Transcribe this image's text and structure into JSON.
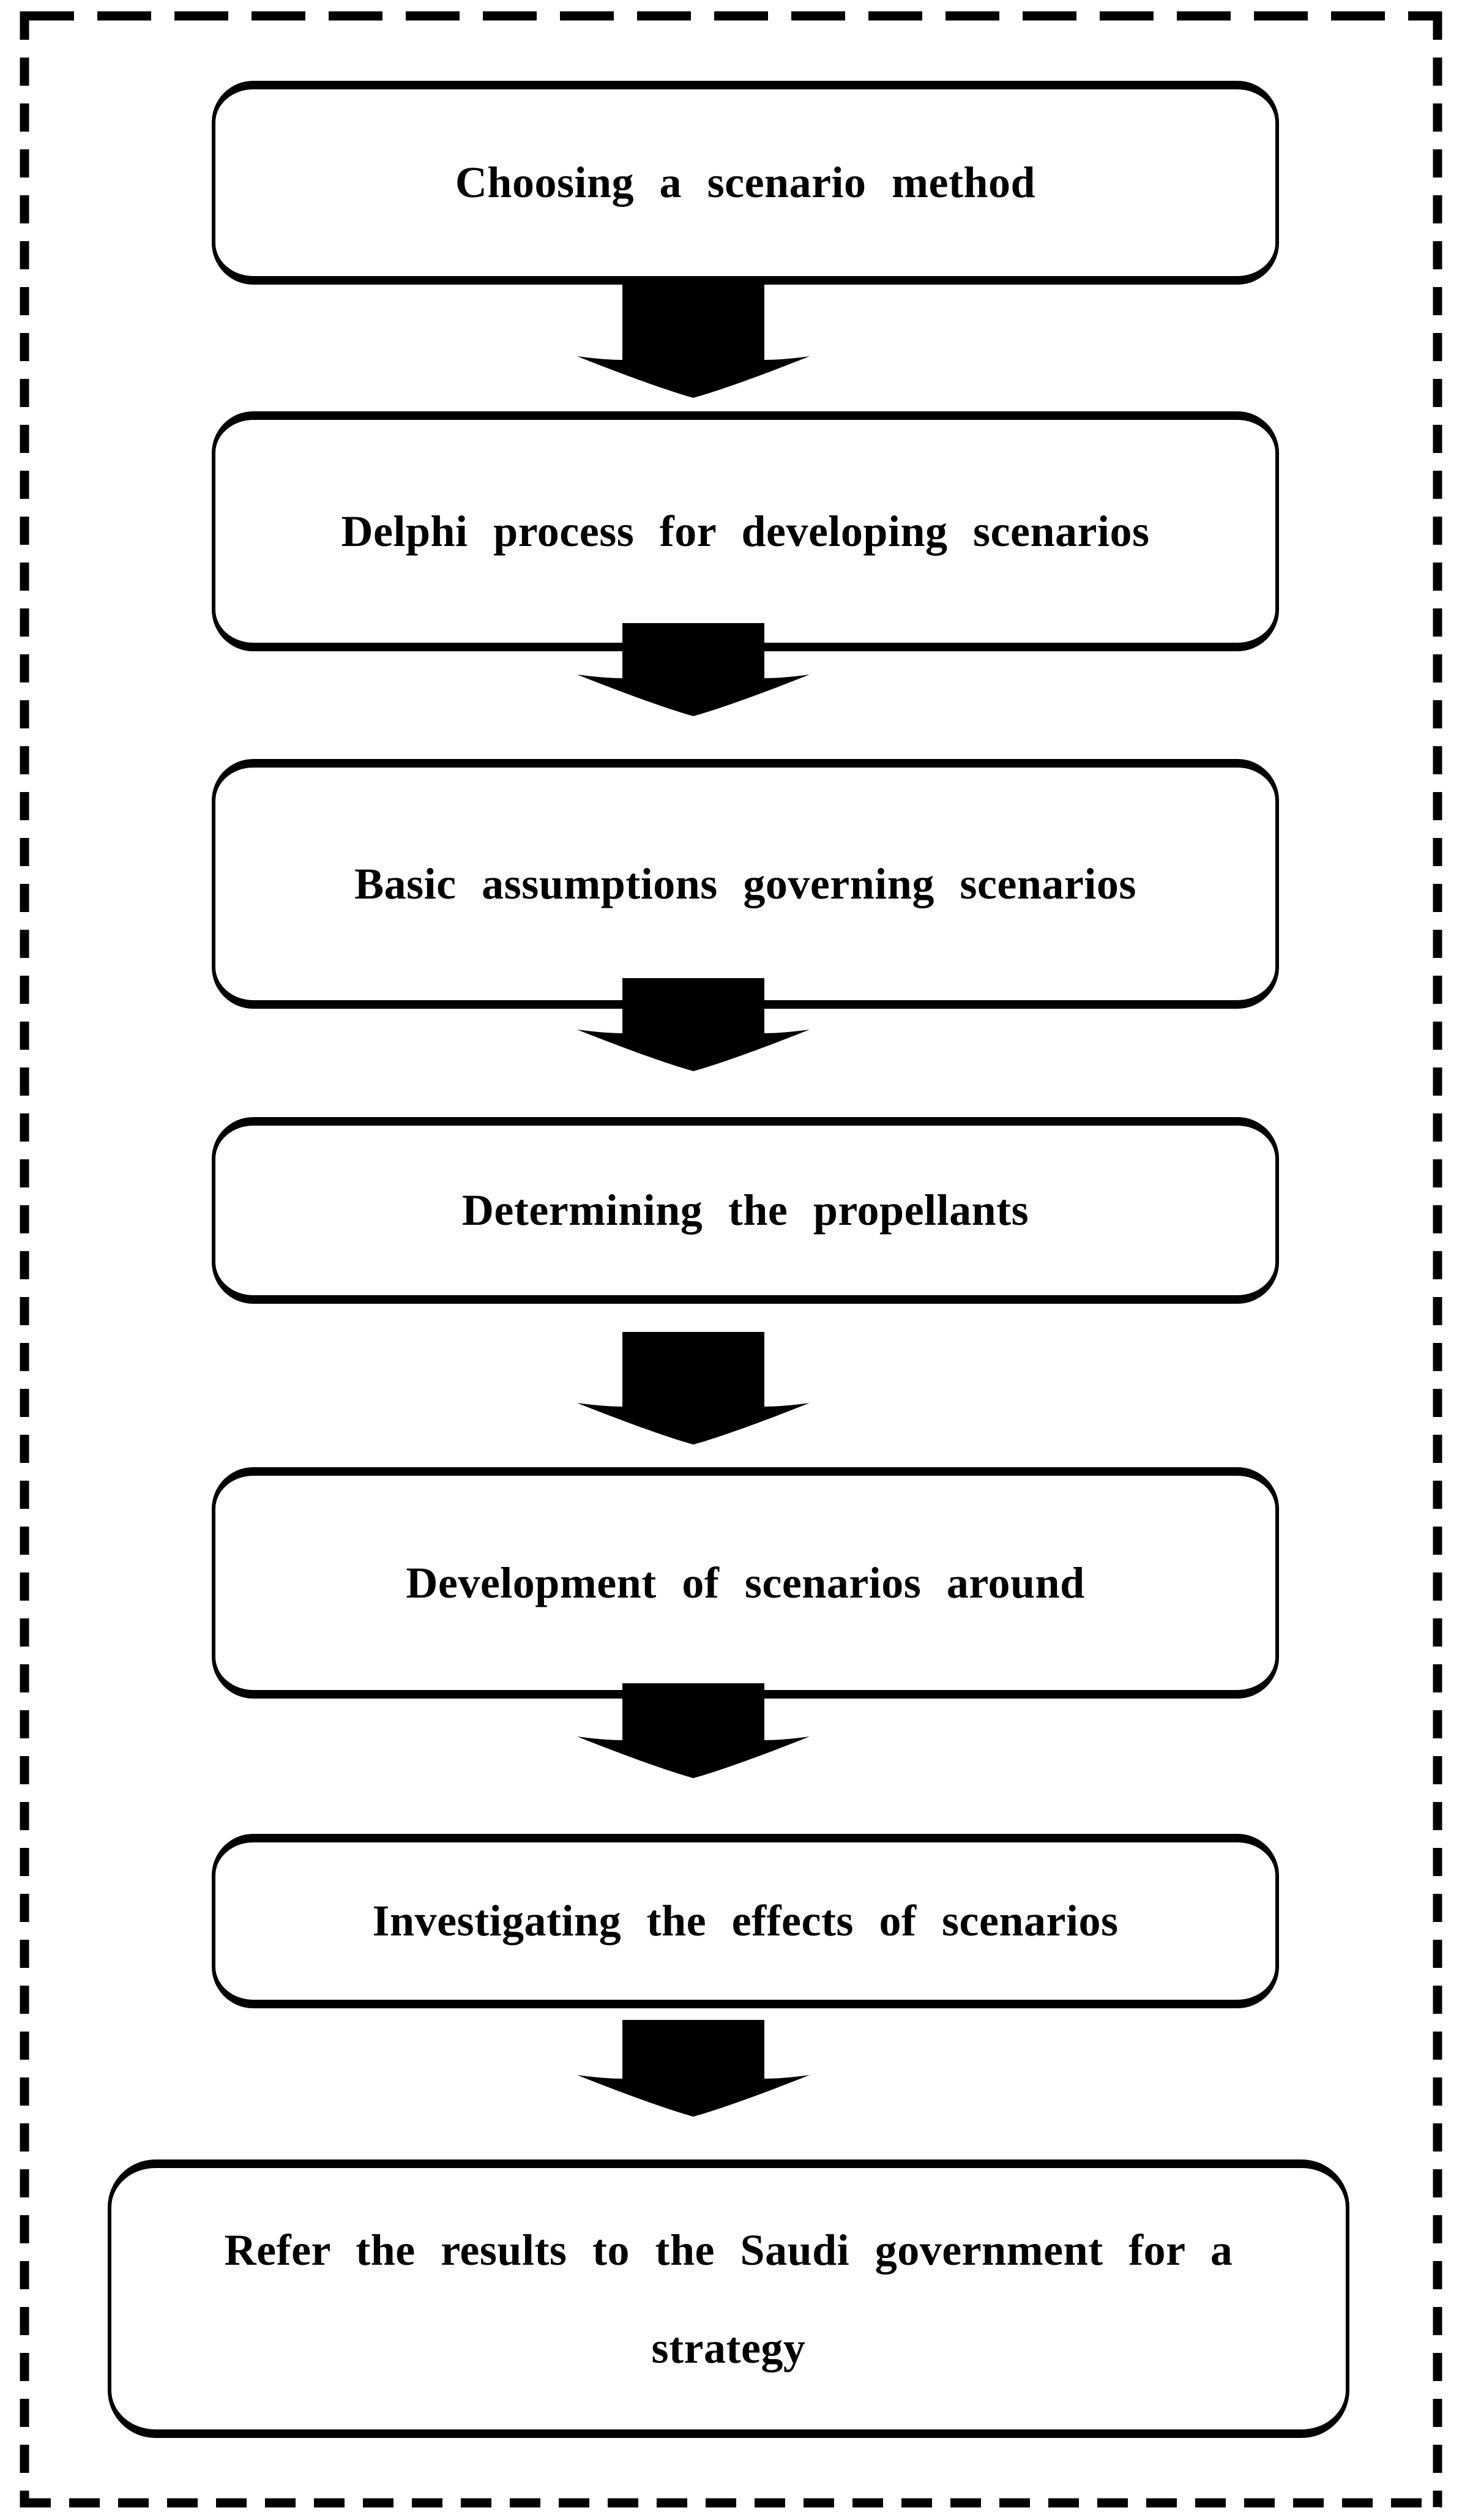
{
  "figure": {
    "type": "flowchart",
    "background_color": "#ffffff",
    "frame_border_color": "#000000",
    "frame_border_style": "dashed",
    "box_fill_color": "#ffffff",
    "box_border_color": "#000000",
    "text_color": "#000000",
    "arrow_color": "#000000",
    "arrow_icon": "down-block-arrow",
    "steps": [
      {
        "order": 1,
        "label": "Choosing a scenario method"
      },
      {
        "order": 2,
        "label": "Delphi process for developing scenarios"
      },
      {
        "order": 3,
        "label": "Basic assumptions governing scenarios"
      },
      {
        "order": 4,
        "label": "Determining the propellants"
      },
      {
        "order": 5,
        "label": "Development of scenarios around"
      },
      {
        "order": 6,
        "label": "Investigating the effects of scenarios"
      },
      {
        "order": 7,
        "label": "Refer the results to the Saudi government for a strategy",
        "line1": "Refer the results to the Saudi government for a",
        "line2": "strategy"
      }
    ]
  }
}
